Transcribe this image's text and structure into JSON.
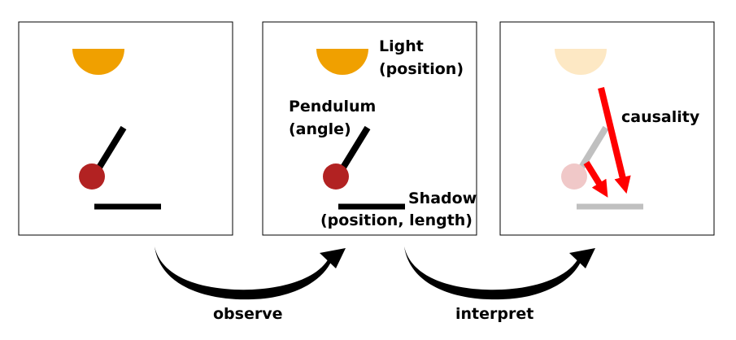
{
  "panels": {
    "panel2": {
      "light_label_line1": "Light",
      "light_label_line2": "(position)",
      "pendulum_label_line1": "Pendulum",
      "pendulum_label_line2": "(angle)",
      "shadow_label_line1": "Shadow",
      "shadow_label_line2": "(position, length)"
    },
    "panel3": {
      "causality_label": "causality"
    }
  },
  "arrows": {
    "observe_label": "observe",
    "interpret_label": "interpret"
  },
  "colors": {
    "light": "#f0a000",
    "light_faded": "#fde8c4",
    "pendulum_bob": "#b22222",
    "pendulum_bob_faded": "#f0c8c8",
    "rod": "#000000",
    "faded_gray": "#c0c0c0",
    "causal_arrow": "#ff0000"
  }
}
